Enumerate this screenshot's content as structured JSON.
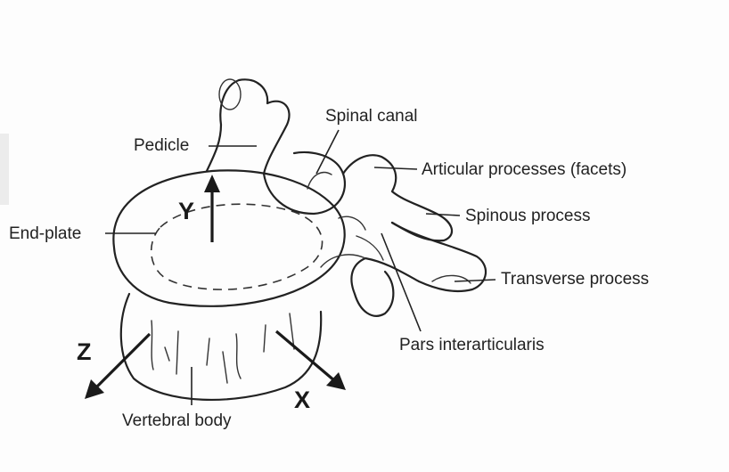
{
  "labels": {
    "pedicle": "Pedicle",
    "spinal_canal": "Spinal canal",
    "articular_processes": "Articular processes (facets)",
    "spinous_process": "Spinous process",
    "end_plate": "End-plate",
    "transverse_process": "Transverse process",
    "pars_interarticularis": "Pars interarticularis",
    "vertebral_body": "Vertebral body"
  },
  "axes": {
    "y": "Y",
    "z": "Z",
    "x": "X"
  }
}
